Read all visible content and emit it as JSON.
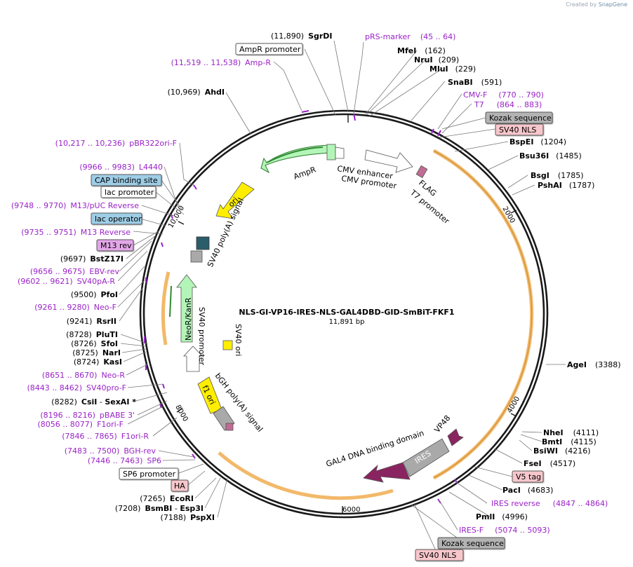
{
  "credit": {
    "prefix": "Created by",
    "brand": "SnapGene"
  },
  "map": {
    "title": "NLS-GI-VP16-IRES-NLS-GAL4DBD-GID-SmBiT-FKF1",
    "length": "11,891 bp",
    "total_bp": 11891
  },
  "ticks": [
    {
      "bp": 2000,
      "label": "2000"
    },
    {
      "bp": 4000,
      "label": "4000"
    },
    {
      "bp": 6000,
      "label": "6000"
    },
    {
      "bp": 8000,
      "label": "8000"
    },
    {
      "bp": 10000,
      "label": "10,000"
    }
  ],
  "colors": {
    "enzyme": "#000000",
    "primer": "#9a22c8",
    "amp": "#b3f5b8",
    "ori": "#ffee00",
    "orf": "#f6c16e",
    "gal4": "#8a2460",
    "grey_feature": "#a9a9a9",
    "promoter": "#ffffff",
    "kozak": "#b3b3b3",
    "nls": "#f7c6cb",
    "cap": "#9ecde6",
    "m13": "#e3a6e8"
  },
  "labels": [
    {
      "num": "(11,890)",
      "name": "SgrDI",
      "kind": "enzyme"
    },
    {
      "num": "(45 .. 64)",
      "name": "pRS-marker",
      "kind": "primer"
    },
    {
      "num": "(162)",
      "name": "MfeI",
      "kind": "enzyme"
    },
    {
      "num": "(209)",
      "name": "NruI",
      "kind": "enzyme"
    },
    {
      "num": "(229)",
      "name": "MluI",
      "kind": "enzyme"
    },
    {
      "num": "(591)",
      "name": "SnaBI",
      "kind": "enzyme"
    },
    {
      "num": "(770 .. 790)",
      "name": "CMV-F",
      "kind": "primer"
    },
    {
      "num": "(864 .. 883)",
      "name": "T7",
      "kind": "primer"
    },
    {
      "num": "(1204)",
      "name": "BspEI",
      "kind": "enzyme"
    },
    {
      "num": "(1485)",
      "name": "Bsu36I",
      "kind": "enzyme"
    },
    {
      "num": "(1785)",
      "name": "BsgI",
      "kind": "enzyme"
    },
    {
      "num": "(1787)",
      "name": "PshAI",
      "kind": "enzyme"
    },
    {
      "num": "(3388)",
      "name": "AgeI",
      "kind": "enzyme"
    },
    {
      "num": "(4111)",
      "name": "NheI",
      "kind": "enzyme"
    },
    {
      "num": "(4115)",
      "name": "BmtI",
      "kind": "enzyme"
    },
    {
      "num": "(4216)",
      "name": "BsiWI",
      "kind": "enzyme"
    },
    {
      "num": "(4517)",
      "name": "FseI",
      "kind": "enzyme"
    },
    {
      "num": "(4683)",
      "name": "PacI",
      "kind": "enzyme"
    },
    {
      "num": "(4847 .. 4864)",
      "name": "IRES reverse",
      "kind": "primer"
    },
    {
      "num": "(4996)",
      "name": "PmlI",
      "kind": "enzyme"
    },
    {
      "num": "(5074 .. 5093)",
      "name": "IRES-F",
      "kind": "primer"
    },
    {
      "num": "(11,519 .. 11,538)",
      "name": "Amp-R",
      "kind": "primer"
    },
    {
      "num": "(10,969)",
      "name": "AhdI",
      "kind": "enzyme"
    },
    {
      "num": "(10,217 .. 10,236)",
      "name": "pBR322ori-F",
      "kind": "primer"
    },
    {
      "num": "(9966 .. 9983)",
      "name": "L4440",
      "kind": "primer"
    },
    {
      "num": "(9748 .. 9770)",
      "name": "M13/pUC Reverse",
      "kind": "primer"
    },
    {
      "num": "(9735 .. 9751)",
      "name": "M13 Reverse",
      "kind": "primer"
    },
    {
      "num": "(9697)",
      "name": "BstZ17I",
      "kind": "enzyme"
    },
    {
      "num": "(9656 .. 9675)",
      "name": "EBV-rev",
      "kind": "primer"
    },
    {
      "num": "(9602 .. 9621)",
      "name": "SV40pA-R",
      "kind": "primer"
    },
    {
      "num": "(9500)",
      "name": "PfoI",
      "kind": "enzyme"
    },
    {
      "num": "(9261 .. 9280)",
      "name": "Neo-F",
      "kind": "primer"
    },
    {
      "num": "(9241)",
      "name": "RsrII",
      "kind": "enzyme"
    },
    {
      "num": "(8728)",
      "name": "PluTI",
      "kind": "enzyme"
    },
    {
      "num": "(8726)",
      "name": "SfoI",
      "kind": "enzyme"
    },
    {
      "num": "(8725)",
      "name": "NarI",
      "kind": "enzyme"
    },
    {
      "num": "(8724)",
      "name": "KasI",
      "kind": "enzyme"
    },
    {
      "num": "(8651 .. 8670)",
      "name": "Neo-R",
      "kind": "primer"
    },
    {
      "num": "(8443 .. 8462)",
      "name": "SV40pro-F",
      "kind": "primer"
    },
    {
      "num": "(8196 .. 8216)",
      "name": "pBABE 3'",
      "kind": "primer"
    },
    {
      "num": "(8056 .. 8077)",
      "name": "F1ori-F",
      "kind": "primer"
    },
    {
      "num": "(7846 .. 7865)",
      "name": "F1ori-R",
      "kind": "primer"
    },
    {
      "num": "(7483 .. 7500)",
      "name": "BGH-rev",
      "kind": "primer"
    },
    {
      "num": "(7446 .. 7463)",
      "name": "SP6",
      "kind": "primer"
    },
    {
      "num": "(7265)",
      "name": "EcoRI",
      "kind": "enzyme"
    },
    {
      "num": "(7188)",
      "name": "PspXI",
      "kind": "enzyme"
    }
  ],
  "combo_labels": {
    "csi": {
      "num": "(8282)",
      "name1": "CsiI",
      "sep": " - ",
      "name2": "SexAI *"
    },
    "bsmbi": {
      "num": "(7208)",
      "name1": "BsmBI",
      "sep": " - ",
      "name2": "Esp3I"
    }
  },
  "boxed": [
    {
      "text": "AmpR promoter",
      "style": "promoter"
    },
    {
      "text": "Kozak sequence",
      "style": "kozak"
    },
    {
      "text": "SV40 NLS",
      "style": "nls"
    },
    {
      "text": "CAP binding site",
      "style": "cap"
    },
    {
      "text": "lac promoter",
      "style": "promoter"
    },
    {
      "text": "lac operator",
      "style": "cap"
    },
    {
      "text": "M13 rev",
      "style": "m13"
    },
    {
      "text": "V5 tag",
      "style": "nls"
    },
    {
      "text": "SP6 promoter",
      "style": "promoter"
    },
    {
      "text": "HA",
      "style": "nls"
    },
    {
      "text": "Kozak sequence",
      "style": "kozak"
    },
    {
      "text": "SV40 NLS",
      "style": "nls"
    }
  ],
  "features": {
    "ampr": "AmpR",
    "ori": "ori",
    "cmv_enhancer": "CMV enhancer",
    "cmv_promoter": "CMV promoter",
    "flag": "FLAG",
    "t7_promoter": "T7 promoter",
    "sv40_polya_top": "SV40 poly(A) signal",
    "neor": "NeoR/KanR",
    "sv40_promoter": "SV40 promoter",
    "sv40_ori": "SV40 ori",
    "f1_ori": "f1 ori",
    "bgh_polya": "bGH poly(A) signal",
    "gal4": "GAL4 DNA binding domain",
    "ires": "IRES",
    "vp48": "VP48"
  }
}
